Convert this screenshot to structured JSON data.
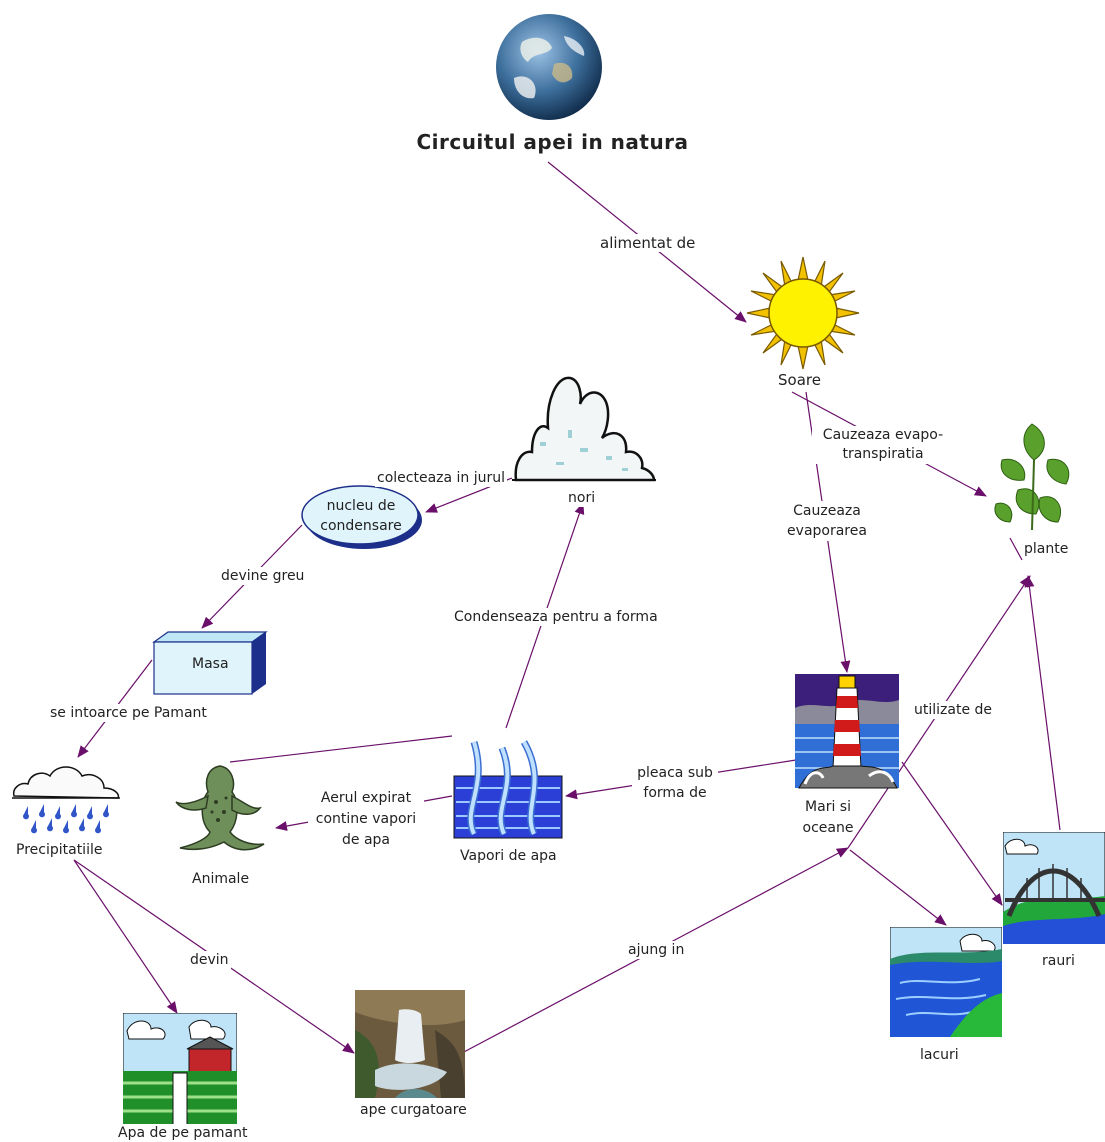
{
  "title": "Circuitul apei in natura",
  "nodes": {
    "soare": "Soare",
    "plante": "plante",
    "nori": "nori",
    "nucleu": "nucleu de condensare",
    "masa": "Masa",
    "precipitatii": "Precipitatiile",
    "animale": "Animale",
    "vapori": "Vapori de apa",
    "mari": "Mari si oceane",
    "rauri": "rauri",
    "lacuri": "lacuri",
    "apa_pamant": "Apa de pe pamant",
    "ape_curgatoare": "ape curgatoare"
  },
  "links": {
    "alimentat": "alimentat de",
    "evapo_transpiratia": "Cauzeaza evapo-transpiratia",
    "evaporarea": "Cauzeaza evaporarea",
    "colecteaza": "colecteaza in jurul",
    "devine_greu": "devine greu",
    "condenseaza": "Condenseaza pentru a forma",
    "intoarce": "se intoarce pe Pamant",
    "utilizate": "utilizate de",
    "pleaca": "pleaca sub forma de",
    "aerul": "Aerul expirat contine vapori de apa",
    "devin": "devin",
    "ajung": "ajung in"
  },
  "colors": {
    "link": "#6a0f6a",
    "text": "#222222"
  }
}
